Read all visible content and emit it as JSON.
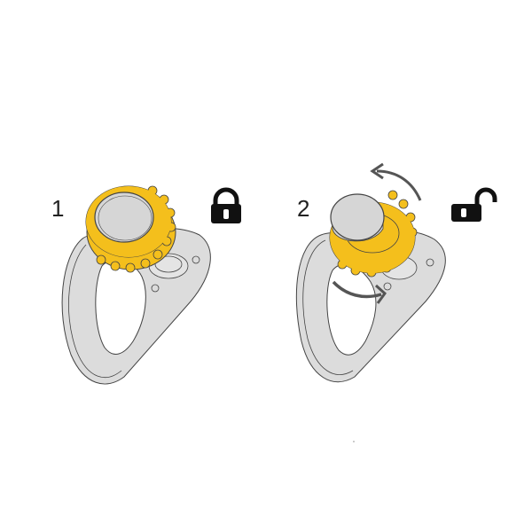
{
  "steps": [
    {
      "number": "1",
      "state": "locked",
      "icon": "padlock-closed-icon"
    },
    {
      "number": "2",
      "state": "unlocked",
      "icon": "padlock-open-icon",
      "arrows": [
        "counterclockwise-arrow-top",
        "rotate-arrow-bottom"
      ]
    }
  ],
  "colors": {
    "knob": "#f4bf1c",
    "knob_dark": "#e0a810",
    "plate": "#dcdcdc",
    "cap": "#d6d6d6",
    "outline": "#444444",
    "arrow": "#555555",
    "icon": "#111111"
  }
}
